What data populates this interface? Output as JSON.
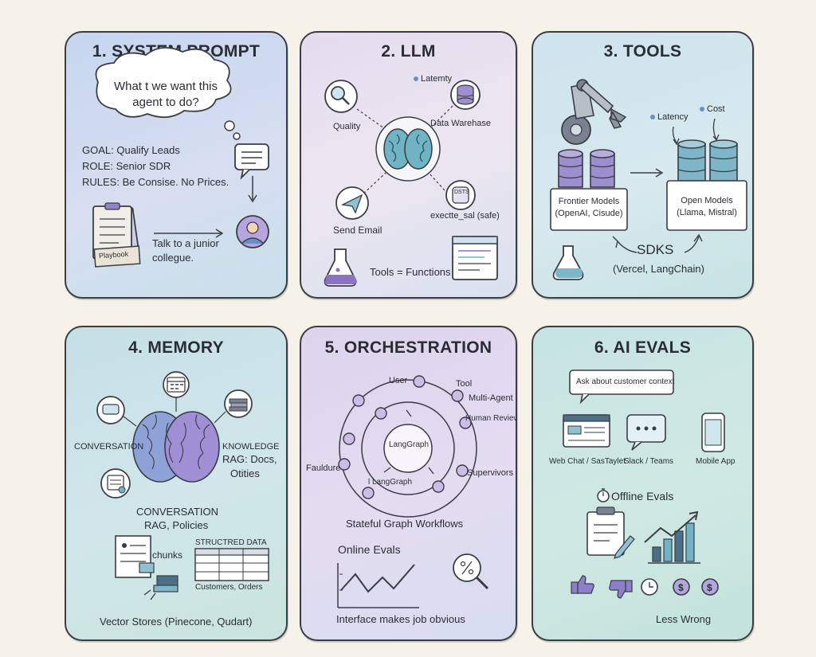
{
  "panels": {
    "p1": {
      "title": "1. SYSTEM PROMPT",
      "bubble": "What t we want this agent to do?",
      "goal": "GOAL: Qualify Leads",
      "role": "ROLE: Senior SDR",
      "rules": "RULES: Be Consise. No Prices.",
      "folder_label": "Playbook",
      "talk": "Talk to a junior collegue."
    },
    "p2": {
      "title": "2. LLM",
      "latency": "Latemty",
      "quality": "Quality",
      "warehouse": "Data Warehase",
      "send_email": "Send Email",
      "execute": "exectte_sal (safe)",
      "tools_eq": "Tools = Functions",
      "db_label": "DSTS"
    },
    "p3": {
      "title": "3. TOOLS",
      "latency": "Latency",
      "cost": "Cost",
      "frontier": "Frontier Models (OpenAI, Cisude)",
      "open": "Open Models (Llama, Mistral)",
      "sdks": "SDKS",
      "sdks_sub": "(Vercel, LangChain)"
    },
    "p4": {
      "title": "4. MEMORY",
      "conversation_left": "CONVERSATION",
      "knowledge": "KNOWLEDGE",
      "rag_docs": "RAG: Docs,",
      "otities": "Otities",
      "conversation_mid": "CONVERSATION",
      "rag_policies": "RAG, Policies",
      "chunks": "chunks",
      "structured": "STRUCTRED DATA",
      "customers": "Customers, Orders",
      "vector": "Vector Stores (Pinecone, Qudart)"
    },
    "p5": {
      "title": "5. ORCHESTRATION",
      "user": "User",
      "tool": "Tool",
      "multi_agent": "Multi-Agent",
      "human_review": "Human Review",
      "langgraph_center": "LangGraph",
      "faulure": "Fauldure",
      "langgraph_inner": "l LangGraph",
      "supervisors": "Supervivors",
      "stateful": "Stateful Graph Workflows",
      "online_evals": "Online Evals",
      "interface": "Interface makes job obvious"
    },
    "p6": {
      "title": "6. AI EVALS",
      "ask": "Ask about customer context",
      "web_chat": "Web Chat / SasTaylet",
      "slack": "Slack / Teams",
      "mobile": "Mobile App",
      "offline": "Offline Evals",
      "less_wrong": "Less Wrong"
    }
  },
  "colors": {
    "panel_blue": "#c9d9ee",
    "panel_lavender": "#ddd6ee",
    "panel_teal": "#cfe6ec",
    "panel_green_teal": "#cbe6e2",
    "outline": "#3a3d44",
    "brain_blue": "#6fb3c4",
    "brain_purple": "#8a7fc8",
    "db_blue": "#7fb5c8",
    "db_purple": "#9d8fce"
  }
}
